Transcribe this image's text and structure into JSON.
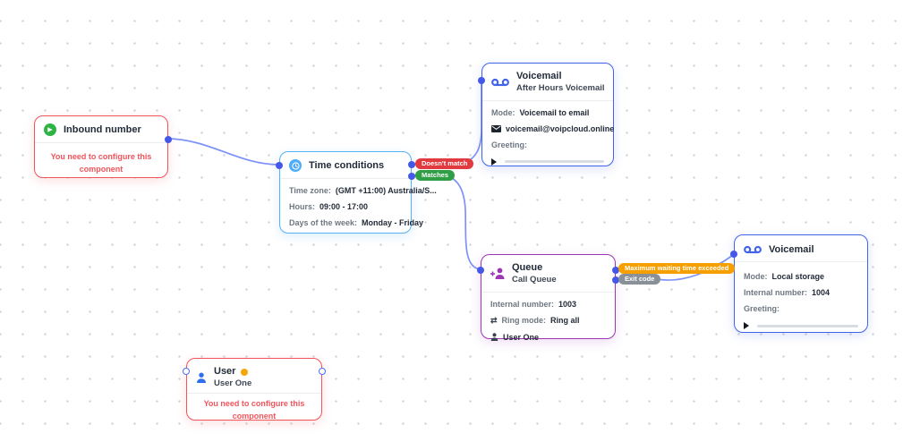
{
  "canvas": {
    "background": "#ffffff",
    "grid_dot_color": "#d2d3d7",
    "edge_color": "#7d92f7",
    "connector_color": "#4458e8"
  },
  "nodes": {
    "inbound": {
      "title": "Inbound number",
      "icon": "inbound-call-icon",
      "icon_color": "#2fb344",
      "accent": "#f2545b",
      "warning": "You need to configure this component"
    },
    "time_conditions": {
      "title": "Time conditions",
      "icon": "clock-icon",
      "icon_color": "#4dabf7",
      "accent": "#56b1f5",
      "rows": [
        {
          "label": "Time zone:",
          "value": "(GMT +11:00) Australia/S..."
        },
        {
          "label": "Hours:",
          "value": "09:00 - 17:00"
        },
        {
          "label": "Days of the week:",
          "value": "Monday - Friday"
        }
      ]
    },
    "voicemail_after_hours": {
      "title": "Voicemail",
      "subtitle": "After Hours Voicemail",
      "icon": "voicemail-icon",
      "accent": "#4263eb",
      "mode_label": "Mode:",
      "mode_value": "Voicemail to email",
      "email": "voicemail@voipcloud.online",
      "greeting_label": "Greeting:"
    },
    "queue": {
      "title": "Queue",
      "subtitle": "Call Queue",
      "icon": "queue-person-plus-icon",
      "accent": "#9c36b5",
      "internal_label": "Internal number:",
      "internal_value": "1003",
      "ring_label": "Ring mode:",
      "ring_value": "Ring all",
      "member": "User One"
    },
    "voicemail_local": {
      "title": "Voicemail",
      "icon": "voicemail-icon",
      "accent": "#4263eb",
      "mode_label": "Mode:",
      "mode_value": "Local storage",
      "internal_label": "Internal number:",
      "internal_value": "1004",
      "greeting_label": "Greeting:"
    },
    "user": {
      "title": "User",
      "subtitle": "User One",
      "icon": "user-icon",
      "status_badge_color": "#f6a609",
      "accent": "#f2545b",
      "warning": "You need to configure this component"
    }
  },
  "edge_labels": {
    "doesnt_match": {
      "text": "Doesn't match",
      "color": "#e23b3f"
    },
    "matches": {
      "text": "Matches",
      "color": "#2f9e44"
    },
    "max_waiting": {
      "text": "Maximum waiting time exceeded",
      "color": "#f59f00"
    },
    "exit_code": {
      "text": "Exit code",
      "color": "#8a9097"
    }
  }
}
